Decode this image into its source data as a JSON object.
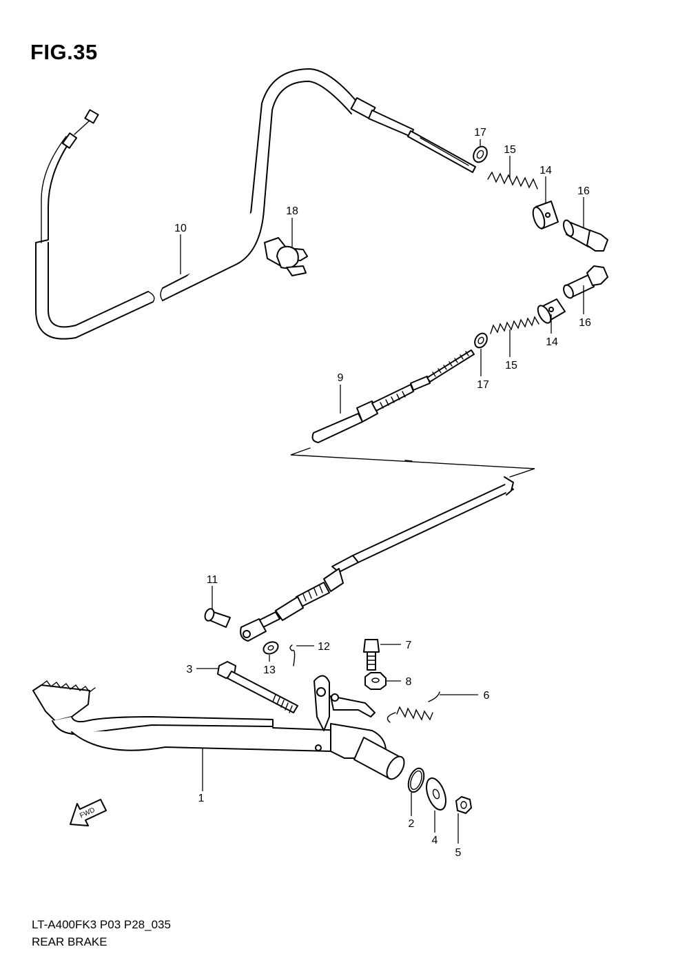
{
  "figure": {
    "title": "FIG.35"
  },
  "footer": {
    "model_code": "LT-A400FK3 P03 P28_035",
    "name": "REAR BRAKE"
  },
  "callouts": {
    "c1": "1",
    "c2": "2",
    "c3": "3",
    "c4": "4",
    "c5": "5",
    "c6": "6",
    "c7": "7",
    "c8": "8",
    "c9": "9",
    "c10": "10",
    "c11": "11",
    "c12": "12",
    "c13": "13",
    "c14a": "14",
    "c14b": "14",
    "c15a": "15",
    "c15b": "15",
    "c16a": "16",
    "c16b": "16",
    "c17a": "17",
    "c17b": "17",
    "c18": "18"
  },
  "fwd_arrow": {
    "label": "FWD",
    "icon": "fwd-arrow-icon"
  }
}
